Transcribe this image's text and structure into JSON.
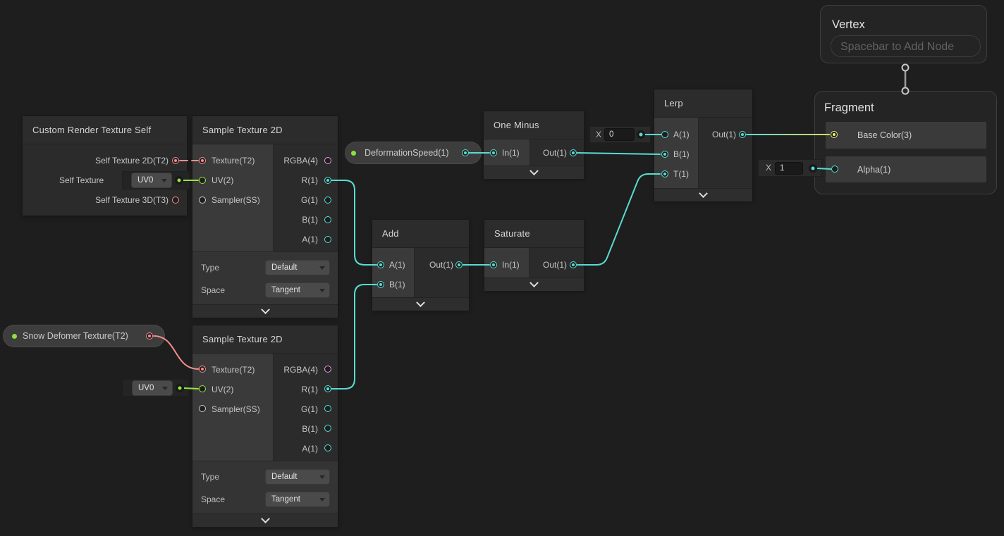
{
  "colors": {
    "background": "#1e1e1e",
    "wire_float": "#57ddd3",
    "wire_texture2d": "#f58d8d",
    "wire_vector2": "#93e63f",
    "port_vector4": "#e79ae1",
    "port_vector3": "#eef06e"
  },
  "nodes": {
    "custom_render_texture_self": {
      "title": "Custom Render Texture Self",
      "outputs": [
        "Self Texture 2D(T2)",
        "Self Texture",
        "Self Texture 3D(T3)"
      ]
    },
    "sample_texture_2d_a": {
      "title": "Sample Texture 2D",
      "inputs": [
        "Texture(T2)",
        "UV(2)",
        "Sampler(SS)"
      ],
      "outputs": [
        "RGBA(4)",
        "R(1)",
        "G(1)",
        "B(1)",
        "A(1)"
      ],
      "settings": {
        "type_label": "Type",
        "type_value": "Default",
        "space_label": "Space",
        "space_value": "Tangent"
      }
    },
    "sample_texture_2d_b": {
      "title": "Sample Texture 2D",
      "inputs": [
        "Texture(T2)",
        "UV(2)",
        "Sampler(SS)"
      ],
      "outputs": [
        "RGBA(4)",
        "R(1)",
        "G(1)",
        "B(1)",
        "A(1)"
      ],
      "settings": {
        "type_label": "Type",
        "type_value": "Default",
        "space_label": "Space",
        "space_value": "Tangent"
      }
    },
    "one_minus": {
      "title": "One Minus",
      "inputs": [
        "In(1)"
      ],
      "outputs": [
        "Out(1)"
      ]
    },
    "add": {
      "title": "Add",
      "inputs": [
        "A(1)",
        "B(1)"
      ],
      "outputs": [
        "Out(1)"
      ]
    },
    "saturate": {
      "title": "Saturate",
      "inputs": [
        "In(1)"
      ],
      "outputs": [
        "Out(1)"
      ]
    },
    "lerp": {
      "title": "Lerp",
      "inputs": [
        "A(1)",
        "B(1)",
        "T(1)"
      ],
      "outputs": [
        "Out(1)"
      ]
    },
    "vertex_context": {
      "title": "Vertex",
      "placeholder": "Spacebar to Add Node"
    },
    "fragment_context": {
      "title": "Fragment",
      "inputs": [
        "Base Color(3)",
        "Alpha(1)"
      ]
    }
  },
  "properties": {
    "deformation_speed": {
      "label": "DeformationSpeed(1)"
    },
    "snow_deformer_texture": {
      "label": "Snow Defomer Texture(T2)"
    }
  },
  "widgets": {
    "lerp_a_default": {
      "axis": "X",
      "value": "0"
    },
    "alpha_default": {
      "axis": "X",
      "value": "1"
    },
    "uv_channel_a": {
      "value": "UV0"
    },
    "uv_channel_b": {
      "value": "UV0"
    }
  }
}
